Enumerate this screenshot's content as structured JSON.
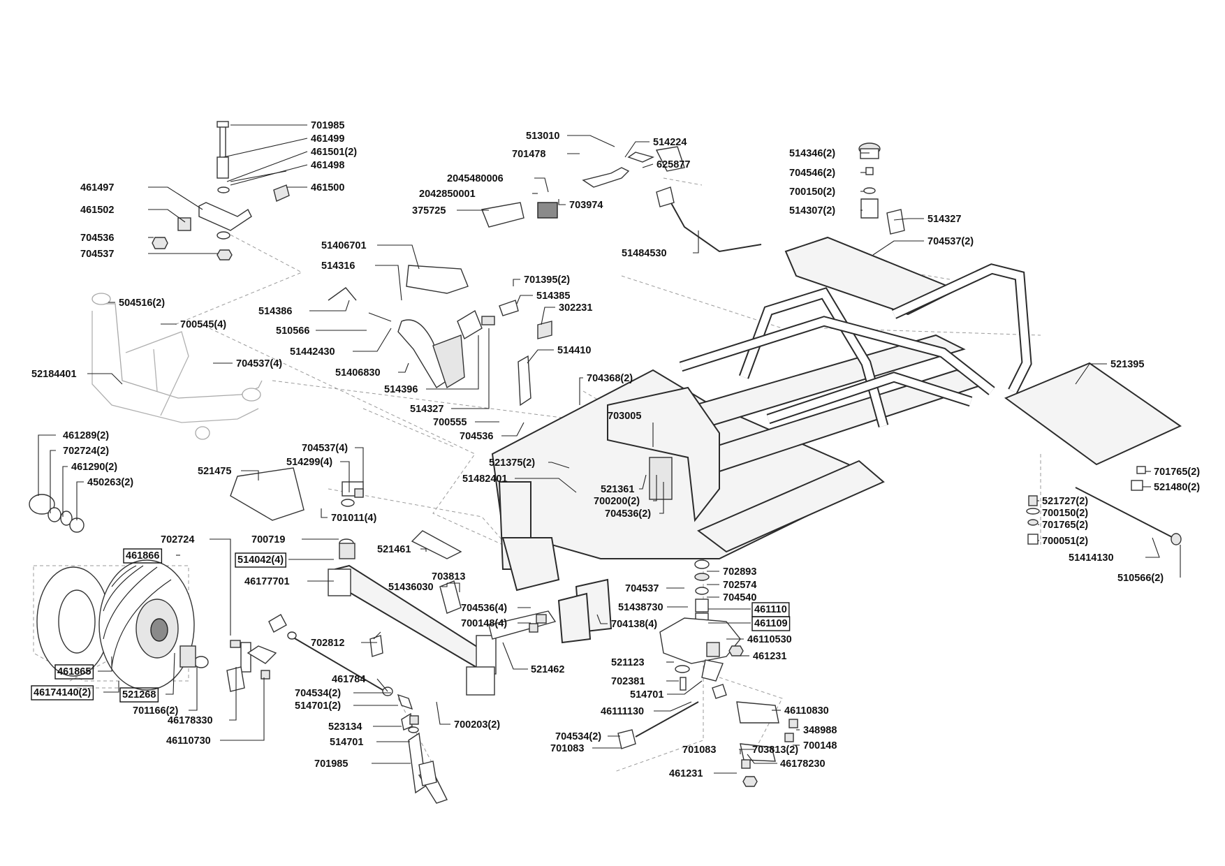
{
  "labels": [
    "701985",
    "461499",
    "461501(2)",
    "461498",
    "461497",
    "461500",
    "461502",
    "704536",
    "704537",
    "513010",
    "514224",
    "701478",
    "625877",
    "2045480006",
    "2042850001",
    "703974",
    "375725",
    "51484530",
    "514346(2)",
    "704546(2)",
    "700150(2)",
    "514307(2)",
    "514327",
    "704537(2)",
    "51406701",
    "514316",
    "701395(2)",
    "514385",
    "514386",
    "302231",
    "510566",
    "51442430",
    "514410",
    "51406830",
    "514396",
    "514327",
    "700555",
    "704536",
    "704368(2)",
    "703005",
    "504516(2)",
    "700545(4)",
    "704537(4)",
    "52184401",
    "521395",
    "461289(2)",
    "702724(2)",
    "461290(2)",
    "450263(2)",
    "704537(4)",
    "514299(4)",
    "521475",
    "701011(4)",
    "521375(2)",
    "51482401",
    "521361",
    "700200(2)",
    "704536(2)",
    "701765(2)",
    "521480(2)",
    "521727(2)",
    "700150(2)",
    "701765(2)",
    "700051(2)",
    "51414130",
    "510566(2)",
    "702724",
    "700719",
    "461866",
    "514042(4)",
    "521461",
    "46177701",
    "703813",
    "51436030",
    "702893",
    "702574",
    "704537",
    "704540",
    "51438730",
    "461110",
    "461109",
    "704536(4)",
    "700148(4)",
    "704138(4)",
    "46110530",
    "461231",
    "702812",
    "521462",
    "521123",
    "461865",
    "702381",
    "461784",
    "514701",
    "46174140(2)",
    "521268",
    "704534(2)",
    "514701(2)",
    "701166(2)",
    "46178330",
    "46111130",
    "46110830",
    "523134",
    "700203(2)",
    "348988",
    "704534(2)",
    "700148",
    "514701",
    "701083",
    "701083",
    "703813(2)",
    "46110730",
    "46178230",
    "701985",
    "461231"
  ],
  "colors": {
    "ink": "#111111",
    "line": "#222222",
    "dashed": "#9a9a9a",
    "ghost": "#a8a8a8"
  }
}
